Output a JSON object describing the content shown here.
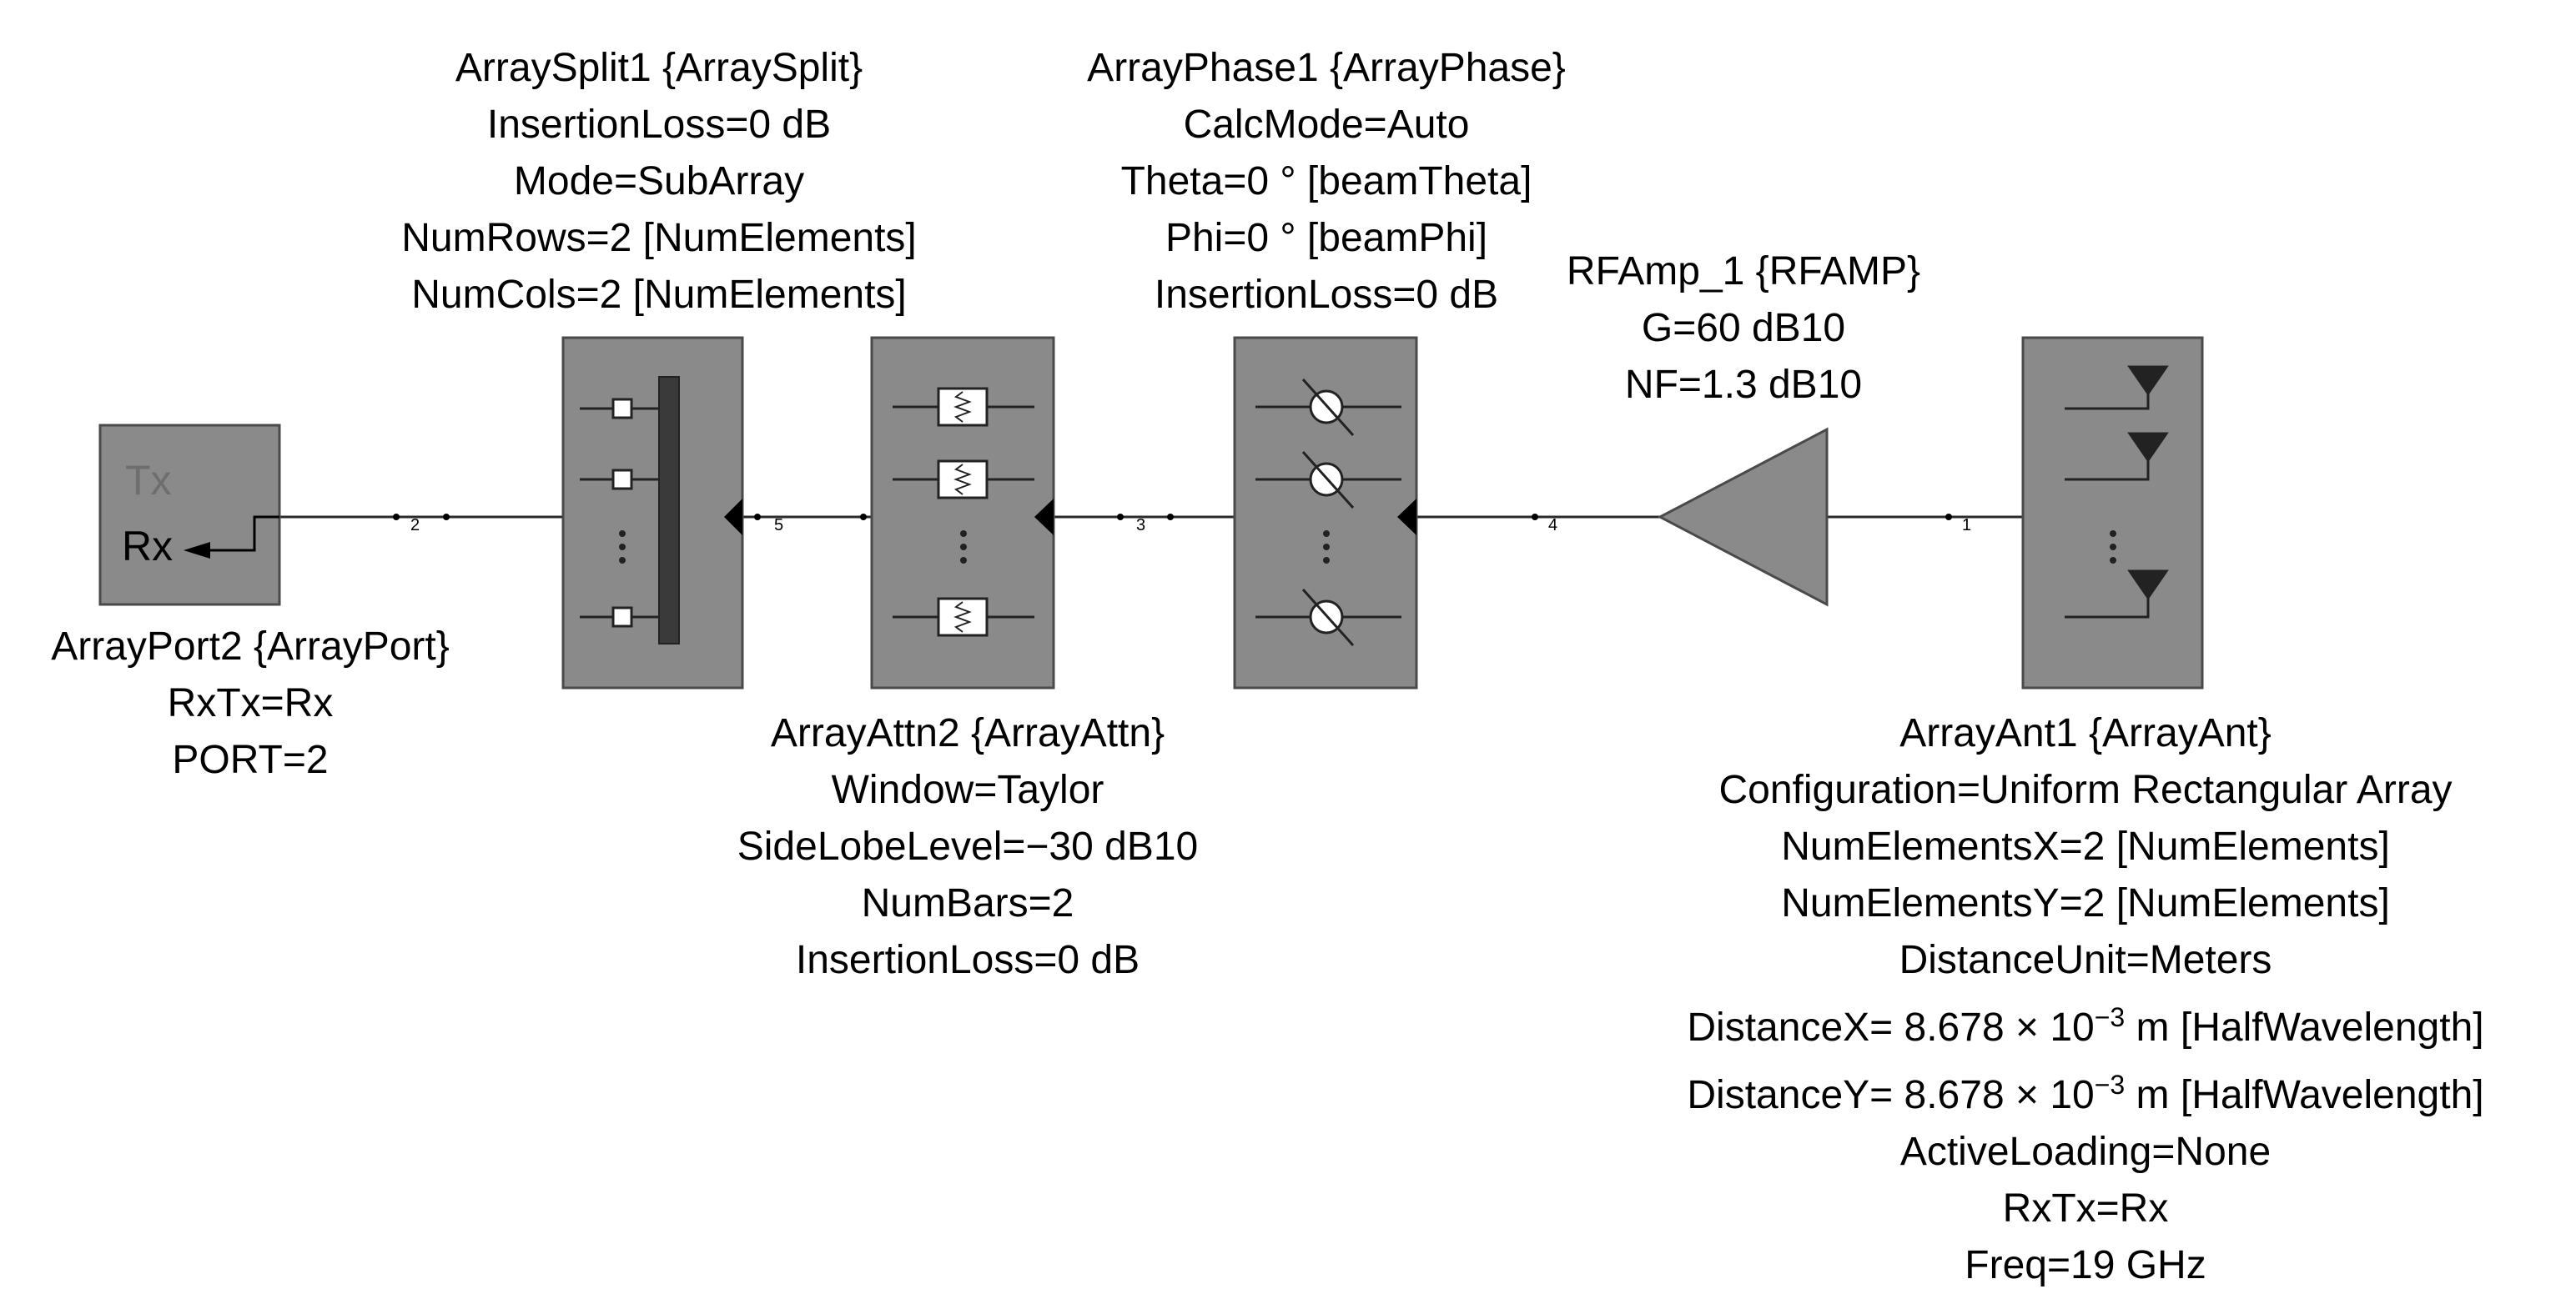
{
  "blocks": {
    "port": {
      "tx_label": "Tx",
      "rx_label": "Rx",
      "lines": [
        "ArrayPort2 {ArrayPort}",
        "RxTx=Rx",
        "PORT=2"
      ]
    },
    "split": {
      "lines": [
        "ArraySplit1 {ArraySplit}",
        "InsertionLoss=0 dB",
        "Mode=SubArray",
        "NumRows=2 [NumElements]",
        "NumCols=2 [NumElements]"
      ]
    },
    "attn": {
      "lines": [
        "ArrayAttn2 {ArrayAttn}",
        "Window=Taylor",
        "SideLobeLevel=−30 dB10",
        "NumBars=2",
        "InsertionLoss=0 dB"
      ]
    },
    "phase": {
      "lines": [
        "ArrayPhase1 {ArrayPhase}",
        "CalcMode=Auto",
        "Theta=0 ° [beamTheta]",
        "Phi=0 ° [beamPhi]",
        "InsertionLoss=0 dB"
      ]
    },
    "amp": {
      "lines": [
        "RFAmp_1 {RFAMP}",
        "G=60 dB10",
        "NF=1.3 dB10"
      ]
    },
    "ant": {
      "lines": [
        "ArrayAnt1 {ArrayAnt}",
        "Configuration=Uniform Rectangular Array",
        "NumElementsX=2 [NumElements]",
        "NumElementsY=2 [NumElements]",
        "DistanceUnit=Meters"
      ],
      "distx": {
        "prefix": "DistanceX= 8.678 × 10",
        "exp": "−3",
        "suffix": " m [HalfWavelength]"
      },
      "disty": {
        "prefix": "DistanceY= 8.678 × 10",
        "exp": "−3",
        "suffix": " m [HalfWavelength]"
      },
      "lines_after": [
        "ActiveLoading=None",
        "RxTx=Rx",
        "Freq=19 GHz"
      ]
    }
  },
  "nodes": {
    "n1": "1",
    "n2": "2",
    "n3": "3",
    "n4": "4",
    "n5": "5"
  },
  "colors": {
    "block_fill": "#8a8a8a",
    "block_stroke": "#4a4a4a",
    "wire": "#2a2a2a",
    "tx_text": "#6e6e6e"
  }
}
